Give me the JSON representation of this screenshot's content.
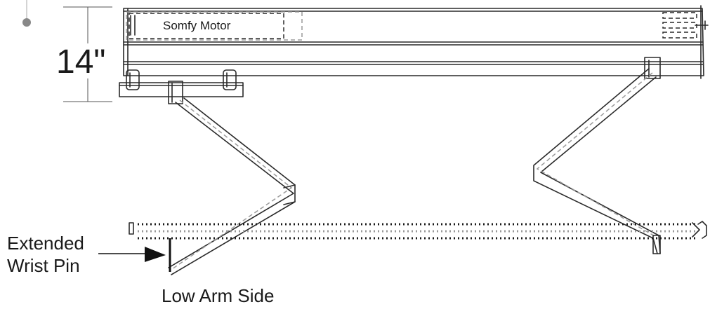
{
  "labels": {
    "height_dimension": "14\"",
    "motor": "Somfy Motor",
    "wrist_pin_line1": "Extended",
    "wrist_pin_line2": "Wrist Pin",
    "low_arm_side": "Low Arm Side"
  },
  "colors": {
    "line": "#2a2a2a",
    "dim_line": "#555555",
    "dot_grey": "#9a9a9a",
    "marker_dot": "#888888",
    "background": "#ffffff"
  }
}
